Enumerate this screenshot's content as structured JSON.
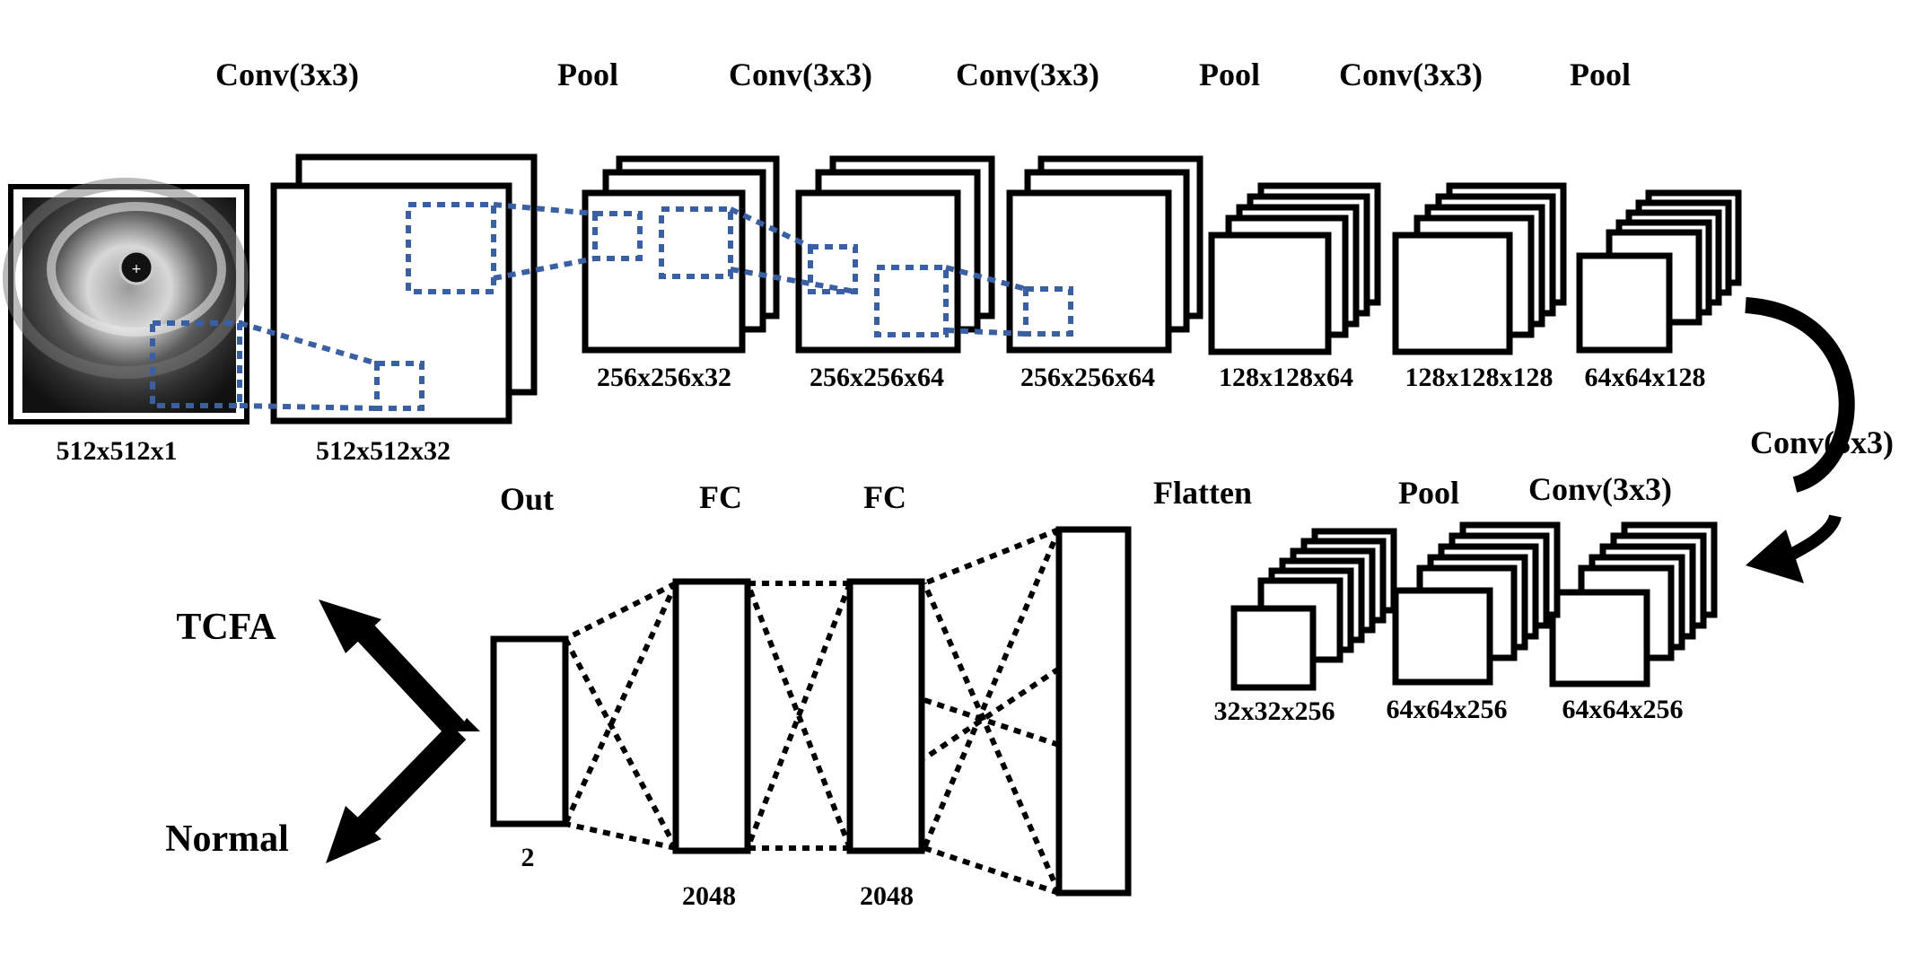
{
  "top_ops": [
    "Conv(3x3)",
    "Pool",
    "Conv(3x3)",
    "Conv(3x3)",
    "Pool",
    "Conv(3x3)",
    "Pool"
  ],
  "top_dims": [
    "512x512x1",
    "512x512x32",
    "256x256x32",
    "256x256x64",
    "256x256x64",
    "128x128x64",
    "128x128x128",
    "64x64x128"
  ],
  "transition_op": "Conv(3x3)",
  "bottom_ops": [
    "Out",
    "FC",
    "FC",
    "Flatten",
    "Pool",
    "Conv(3x3)"
  ],
  "bottom_dims": [
    "32x32x256",
    "64x64x256",
    "64x64x256"
  ],
  "dense_sizes": [
    "2",
    "2048",
    "2048"
  ],
  "classes": [
    "TCFA",
    "Normal"
  ],
  "colors": {
    "receptive_field": "#3a5fa3",
    "stroke": "#000000"
  }
}
